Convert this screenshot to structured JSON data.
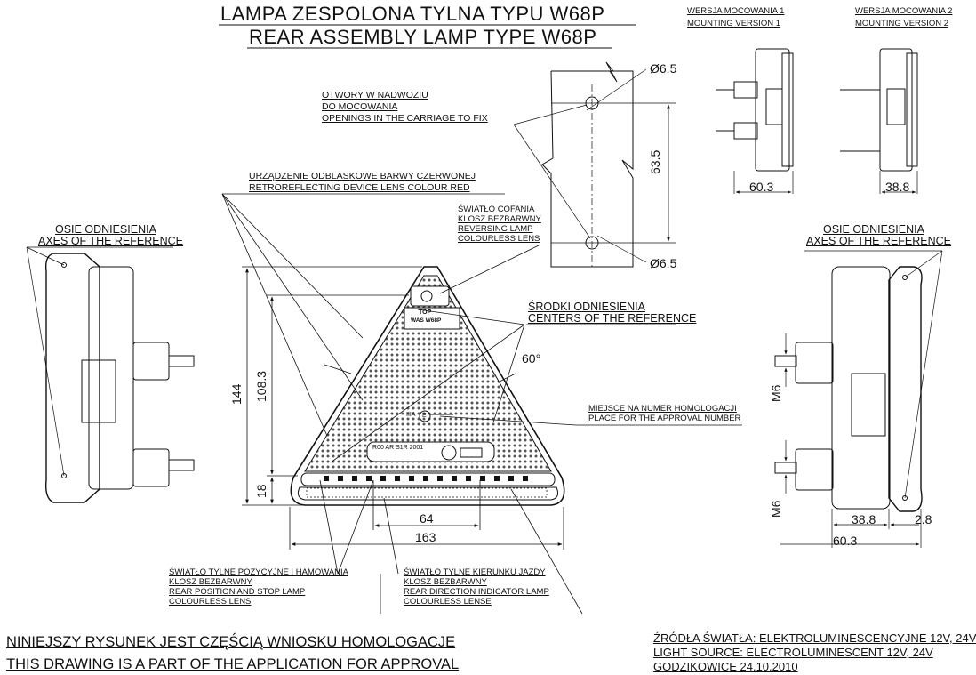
{
  "title": {
    "pl": "LAMPA ZESPOLONA TYLNA  TYPU W68P",
    "en": "REAR ASSEMBLY LAMP TYPE W68P"
  },
  "mounting": {
    "v1": [
      "WERSJA MOCOWANIA 1",
      "MOUNTING VERSION 1"
    ],
    "v2": [
      "WERSJA MOCOWANIA 2",
      "MOUNTING VERSION 2"
    ],
    "v1_dim": "60.3",
    "v2_dim": "38.8"
  },
  "holes": {
    "lines": [
      "OTWORY W NADWOZIU",
      "DO MOCOWANIA",
      "OPENINGS IN THE CARRIAGE TO FIX"
    ],
    "dia_top": "Ø6.5",
    "dia_bottom": "Ø6.5",
    "spacing": "63.5"
  },
  "retro": [
    "URZĄDZENIE ODBLASKOWE BARWY CZERWONEJ",
    "RETROREFLECTING DEVICE LENS COLOUR RED"
  ],
  "reversing": [
    "ŚWIATŁO COFANIA",
    "KLOSZ BEZBARWNY",
    "REVERSING LAMP",
    "COLOURLESS LENS"
  ],
  "centers": [
    "ŚRODKI ODNIESIENIA",
    "CENTERS OF THE REFERENCE"
  ],
  "axes_left": [
    "OSIE ODNIESIENIA",
    "AXES OF THE REFERENCE"
  ],
  "axes_right": [
    "OSIE ODNIESIENIA",
    "AXES OF THE REFERENCE"
  ],
  "approval_place": [
    "MIEJSCE NA NUMER HOMOLOGACJI",
    "PLACE FOR THE APPROVAL NUMBER"
  ],
  "angle": "60°",
  "lamp_text": {
    "top": "TOP",
    "name": "WAŚ W68P",
    "iia": "IIIA",
    "e_mark": "E",
    "codes": "R00  AR S1R  2001"
  },
  "dims": {
    "h144": "144",
    "h108": "108.3",
    "h18": "18",
    "w64": "64",
    "w163": "163",
    "m6_top": "M6",
    "m6_bottom": "M6",
    "r38": "38.8",
    "r28": "2.8",
    "r60": "60.3"
  },
  "position_lamp": [
    "ŚWIATŁO TYLNE POZYCYJNE I HAMOWANIA",
    "KLOSZ BEZBARWNY",
    "REAR POSITION AND STOP LAMP",
    "COLOURLESS LENS"
  ],
  "direction_lamp": [
    "ŚWIATŁO TYLNE KIERUNKU JAZDY",
    "KLOSZ BEZBARWNY",
    "REAR DIRECTION INDICATOR LAMP",
    "COLOURLESS LENSE"
  ],
  "footer": {
    "pl": "NINIEJSZY RYSUNEK JEST CZĘŚCIĄ WNIOSKU  HOMOLOGACJE",
    "en": "THIS DRAWING IS A PART OF THE APPLICATION FOR  APPROVAL",
    "source_pl": "ŹRÓDŁA ŚWIATŁA: ELEKTROLUMINESCENCYJNE  12V, 24V",
    "source_en": "LIGHT SOURCE: ELECTROLUMINESCENT  12V, 24V",
    "place_date": "GODZIKOWICE 24.10.2010"
  }
}
